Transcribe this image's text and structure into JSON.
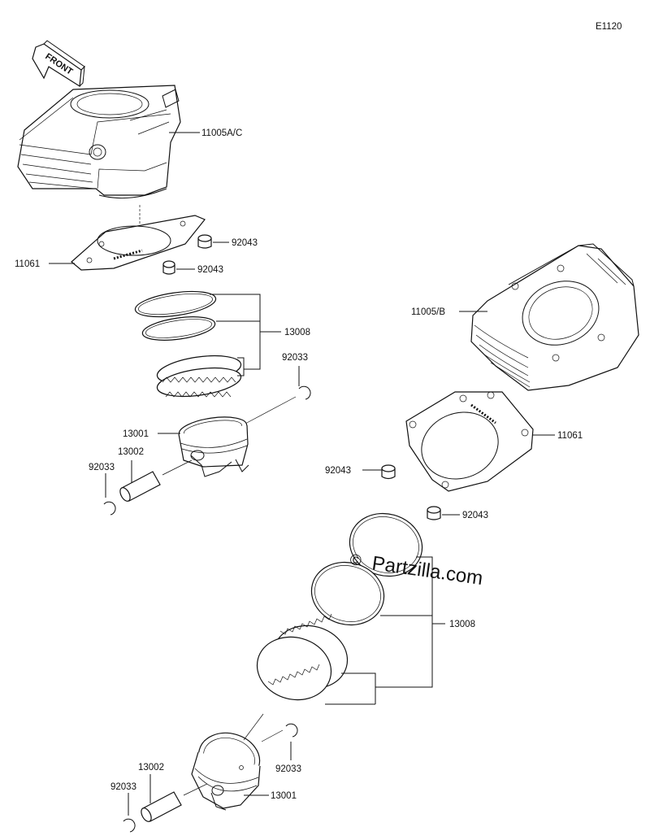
{
  "diagram_code": "E1120",
  "front_label": "FRONT",
  "watermark": "Partzilla.com",
  "watermark_symbol": "©",
  "callouts": {
    "cyl_top": "11005A/C",
    "gasket_top": "11061",
    "dowel_top_1": "92043",
    "dowel_top_2": "92043",
    "rings_top": "13008",
    "clip_top_right": "92033",
    "piston_top": "13001",
    "pin_top": "13002",
    "clip_top_left": "92033",
    "cyl_right": "11005/B",
    "gasket_right": "11061",
    "dowel_right_1": "92043",
    "dowel_right_2": "92043",
    "rings_bottom": "13008",
    "clip_bottom_right": "92033",
    "pin_bottom": "13002",
    "clip_bottom_left": "92033",
    "piston_bottom": "13001"
  }
}
